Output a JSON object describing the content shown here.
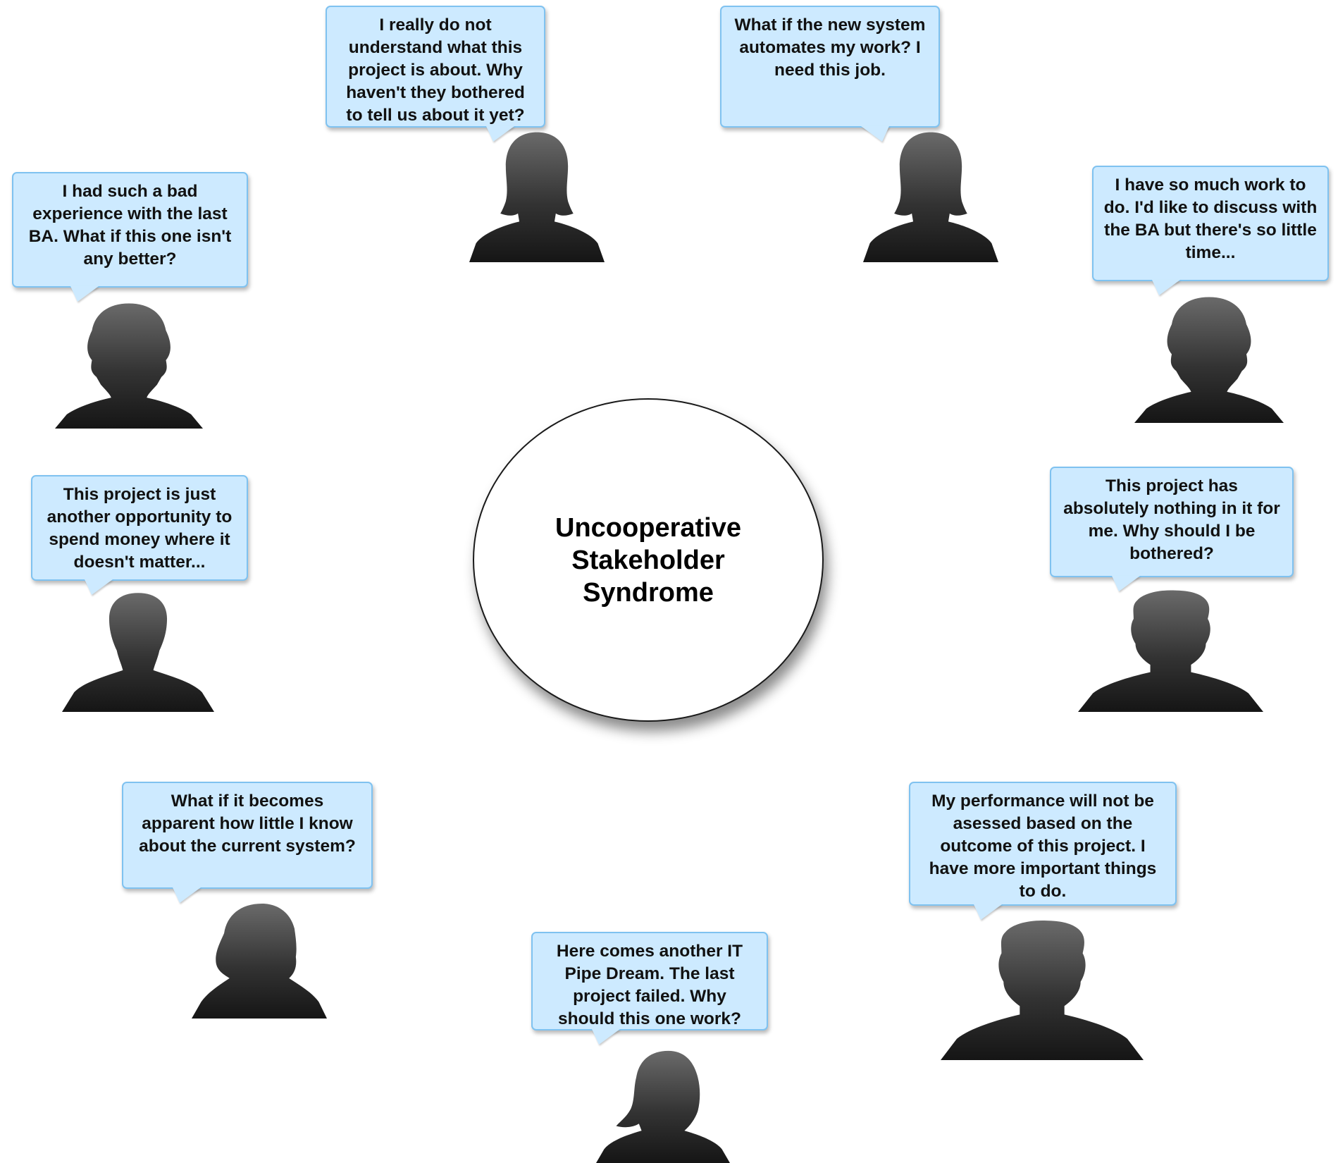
{
  "center": {
    "title_line1": "Uncooperative",
    "title_line2": "Stakeholder",
    "title_line3": "Syndrome"
  },
  "bubbles": [
    {
      "id": "project-about",
      "text": "I really do not understand what this project is about. Why haven't they bothered to tell us about it yet?"
    },
    {
      "id": "automates-work",
      "text": "What if the new system automates my work? I need this job."
    },
    {
      "id": "bad-experience",
      "text": "I had such a bad experience with the last BA. What if this one isn't any better?"
    },
    {
      "id": "so-much-work",
      "text": "I have so much work to do. I'd like to discuss with the BA but there's so little time..."
    },
    {
      "id": "spend-money",
      "text": "This project is just another opportunity to spend money where it doesn't matter..."
    },
    {
      "id": "nothing-for-me",
      "text": "This project has absolutely nothing in it for me. Why should I be bothered?"
    },
    {
      "id": "how-little-i-know",
      "text": "What if it becomes apparent how little I know about the current system?"
    },
    {
      "id": "performance",
      "text": "My performance will not be asessed based on the outcome of this project. I have more important things to do."
    },
    {
      "id": "pipe-dream",
      "text": "Here comes another IT Pipe Dream. The last project failed. Why should this one work?"
    }
  ],
  "icons": {
    "stakeholder": "person-silhouette-icon"
  },
  "colors": {
    "bubble_fill": "#cdeaff",
    "bubble_border": "#7fc2f0",
    "silhouette_dark": "#1c1c1c",
    "silhouette_light": "#6a6a6a"
  }
}
